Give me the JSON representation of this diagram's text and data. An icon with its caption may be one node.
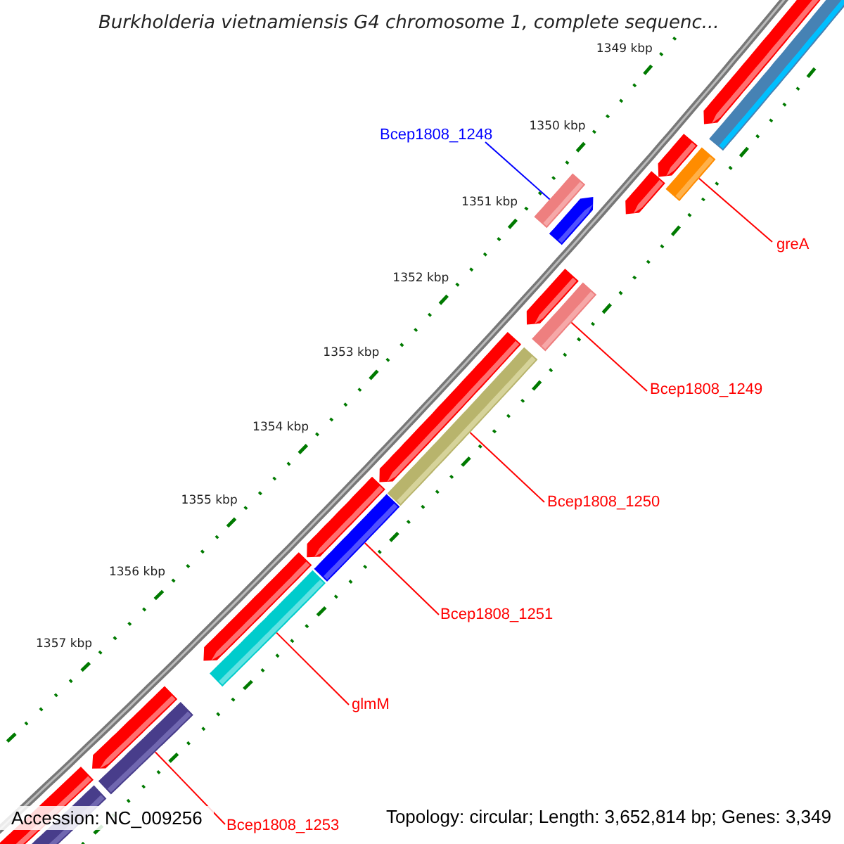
{
  "diagram": {
    "title": "Burkholderia vietnamiensis G4 chromosome 1, complete sequenc...",
    "nodes": [
      {
        "text": [
          "Bcep1808_1248"
        ]
      },
      {
        "text": [],
        "shape": "bar"
      },
      {
        "text": [
          "greA"
        ]
      },
      {
        "text": [],
        "shape": "bar"
      },
      {
        "text": [
          "Bcep1808_1249"
        ]
      },
      {
        "text": [],
        "shape": "bar"
      },
      {
        "text": [
          "Bcep1808_1250"
        ]
      },
      {
        "text": [],
        "shape": "bar"
      },
      {
        "text": [
          "Bcep1808_1251"
        ]
      },
      {
        "text": [],
        "shape": "bar"
      },
      {
        "text": [
          "glmM"
        ]
      },
      {
        "text": [],
        "shape": "bar"
      },
      {
        "text": [
          "Bcep1808_1253"
        ]
      },
      {
        "text": [],
        "shape": "bar"
      }
    ],
    "edges": [
      {
        "from": 0,
        "to": 1,
        "arrow": "none",
        "color": "#0000ff"
      },
      {
        "from": 2,
        "to": 3,
        "arrow": "none"
      },
      {
        "from": 4,
        "to": 5,
        "arrow": "none"
      },
      {
        "from": 6,
        "to": 7,
        "arrow": "none"
      },
      {
        "from": 8,
        "to": 9,
        "arrow": "none"
      },
      {
        "from": 10,
        "to": 11,
        "arrow": "none"
      },
      {
        "from": 12,
        "to": 13,
        "arrow": "none"
      }
    ],
    "labels": [
      "1349 kbp",
      "1350 kbp",
      "1351 kbp",
      "1352 kbp",
      "1353 kbp",
      "1354 kbp",
      "1355 kbp",
      "1356 kbp",
      "1357 kbp",
      "Accession: NC_009256",
      "Topology: circular; Length: 3,652,814 bp; Genes: 3,349"
    ]
  }
}
